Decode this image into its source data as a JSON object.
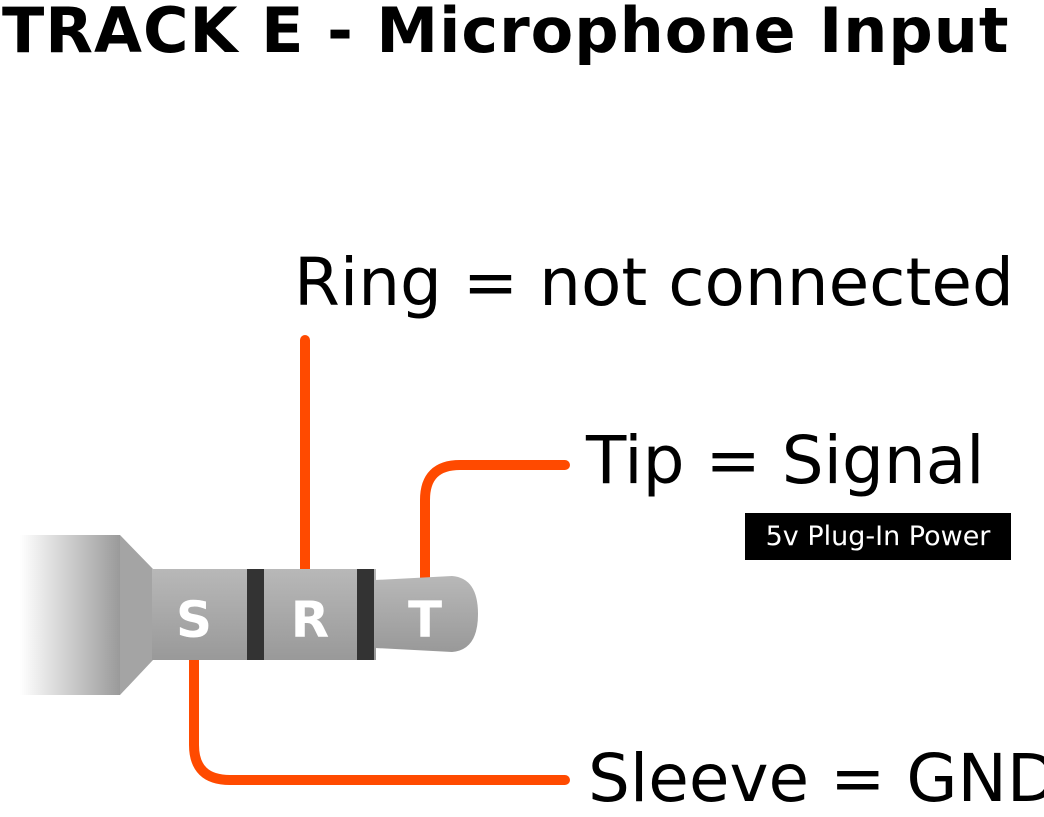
{
  "title": "TRACK E - Microphone Input",
  "labels": {
    "ring": "Ring = not connected",
    "tip": "Tip = Signal",
    "tip_note": "5v Plug-In Power",
    "sleeve": "Sleeve = GND"
  },
  "plug": {
    "sleeve_letter": "S",
    "ring_letter": "R",
    "tip_letter": "T"
  },
  "colors": {
    "wire": "#ff4a00",
    "plug": "#a8a8a8",
    "band": "#333333"
  }
}
